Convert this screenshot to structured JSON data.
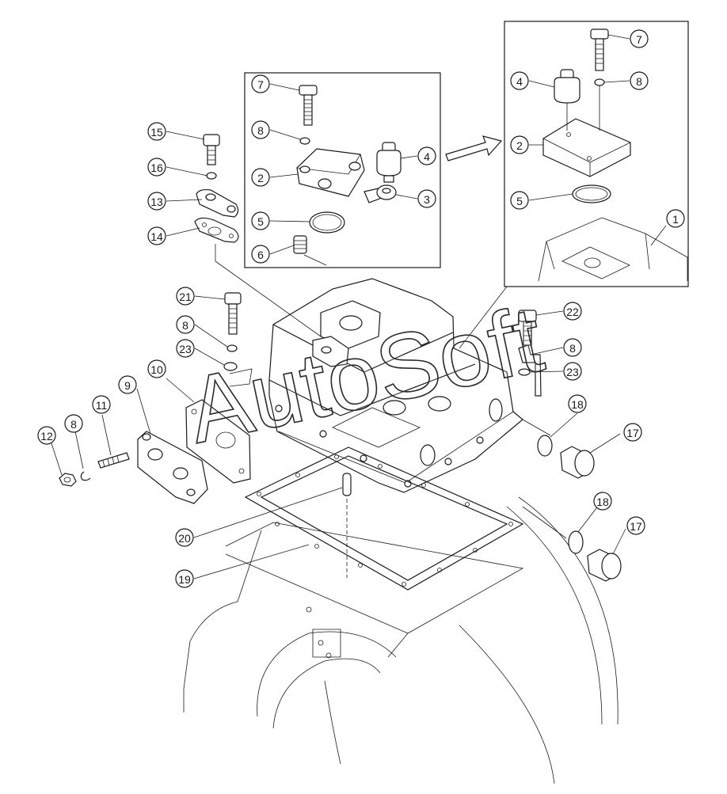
{
  "watermark": "AutoSoft",
  "callouts": [
    {
      "label": "15"
    },
    {
      "label": "16"
    },
    {
      "label": "13"
    },
    {
      "label": "14"
    },
    {
      "label": "7"
    },
    {
      "label": "8"
    },
    {
      "label": "2"
    },
    {
      "label": "4"
    },
    {
      "label": "3"
    },
    {
      "label": "5"
    },
    {
      "label": "6"
    },
    {
      "label": "7"
    },
    {
      "label": "4"
    },
    {
      "label": "8"
    },
    {
      "label": "2"
    },
    {
      "label": "5"
    },
    {
      "label": "1"
    },
    {
      "label": "21"
    },
    {
      "label": "8"
    },
    {
      "label": "23"
    },
    {
      "label": "22"
    },
    {
      "label": "8"
    },
    {
      "label": "23"
    },
    {
      "label": "10"
    },
    {
      "label": "9"
    },
    {
      "label": "11"
    },
    {
      "label": "8"
    },
    {
      "label": "12"
    },
    {
      "label": "18"
    },
    {
      "label": "17"
    },
    {
      "label": "18"
    },
    {
      "label": "17"
    },
    {
      "label": "20"
    },
    {
      "label": "19"
    }
  ]
}
